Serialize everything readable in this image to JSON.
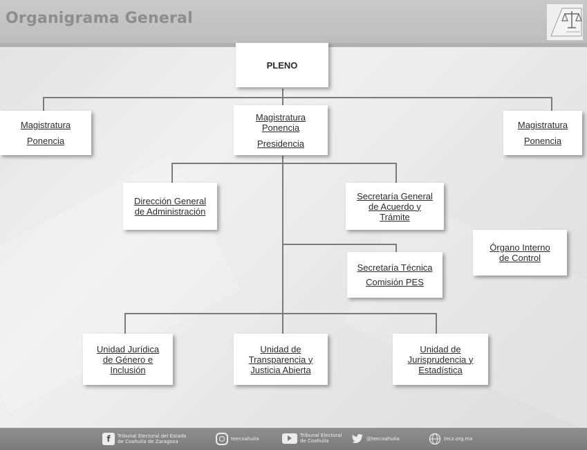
{
  "header": {
    "title": "Organigrama General",
    "logo_icon": "scales-of-justice-icon"
  },
  "boxes": {
    "pleno": "PLENO",
    "mag_left_1": "Magistratura",
    "mag_left_2": "Ponencia",
    "mag_center_1": "Magistratura",
    "mag_center_2": "Ponencia",
    "mag_center_3": "Presidencia",
    "mag_right_1": "Magistratura",
    "mag_right_2": "Ponencia",
    "dir_admin_1": "Dirección General",
    "dir_admin_2": "de Administración",
    "sec_general_1": "Secretaría General",
    "sec_general_2": "de Acuerdo y",
    "sec_general_3": "Trámite",
    "organo_1": "Órgano Interno",
    "organo_2": "de Control",
    "sec_tecnica_1": "Secretaría Técnica",
    "sec_tecnica_2": "Comisión PES",
    "ujuridica_1": "Unidad Jurídica",
    "ujuridica_2": "de Género e",
    "ujuridica_3": "Inclusión",
    "utransp_1": "Unidad de",
    "utransp_2": "Transparencia y",
    "utransp_3": "Justicia Abierta",
    "ujuris_1": "Unidad de",
    "ujuris_2": "Jurisprudencia y",
    "ujuris_3": "Estadística"
  },
  "footer": {
    "facebook": {
      "icon": "facebook-icon",
      "line1": "Tribunal Electoral del Estado",
      "line2": "de Coahuila de Zaragoza"
    },
    "instagram": {
      "icon": "instagram-icon",
      "line1": "teecoahuila"
    },
    "youtube": {
      "icon": "youtube-icon",
      "line1": "Tribunal Electoral",
      "line2": "de Coahuila"
    },
    "twitter": {
      "icon": "twitter-icon",
      "line1": "@teecoahuila"
    },
    "web": {
      "icon": "globe-icon",
      "line1": "tecz.org.mx"
    }
  }
}
